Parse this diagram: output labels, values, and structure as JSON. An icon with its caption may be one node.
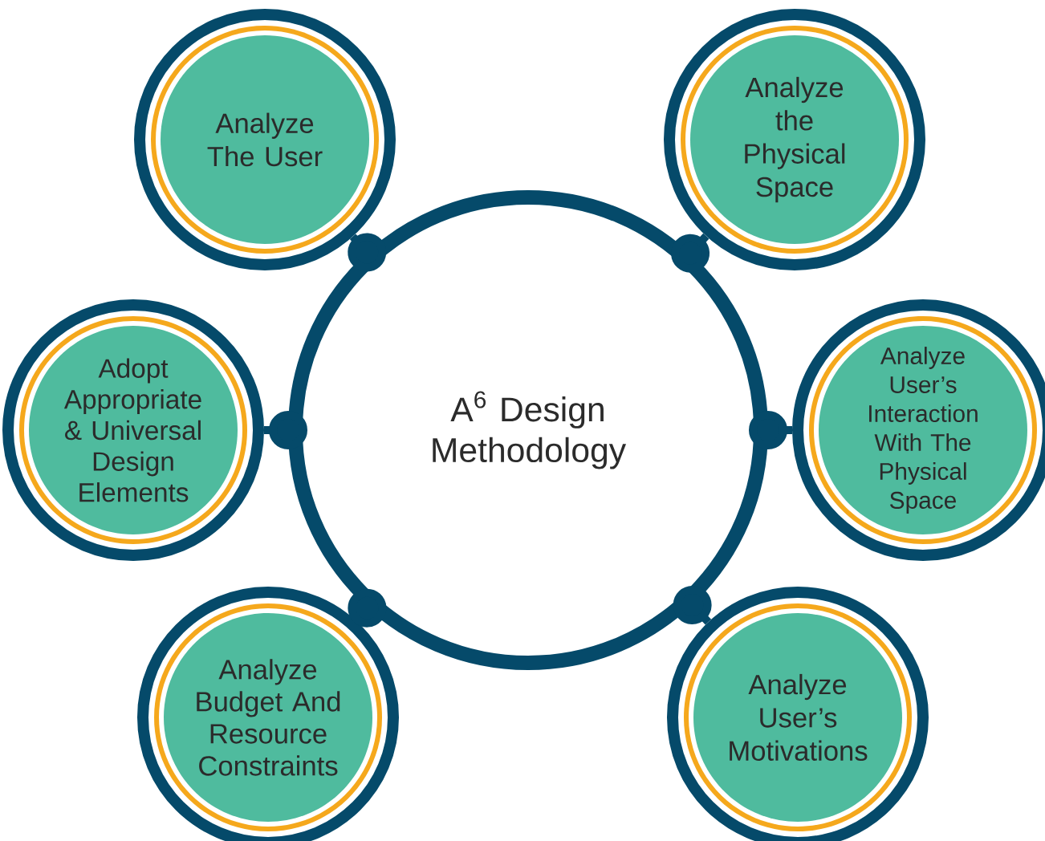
{
  "diagram": {
    "nodes": [
      {
        "text": [
          "A$^{6}$ Design Methodology"
        ]
      },
      {
        "text": [
          "Analyze The User"
        ]
      },
      {
        "text": [
          "Analyze the Physical Space"
        ]
      },
      {
        "text": [
          "Adopt Appropriate & Universal Design Elements"
        ]
      },
      {
        "text": [
          "Analyze User’s Interaction With The Physical Space"
        ]
      },
      {
        "text": [
          "Analyze Budget And Resource Constraints"
        ]
      },
      {
        "text": [
          "Analyze User’s Motivations"
        ]
      }
    ],
    "edges": [
      {
        "from": 0,
        "to": 1,
        "arrow": "other"
      },
      {
        "from": 0,
        "to": 2,
        "arrow": "other"
      },
      {
        "from": 0,
        "to": 3,
        "arrow": "other"
      },
      {
        "from": 0,
        "to": 4,
        "arrow": "other"
      },
      {
        "from": 0,
        "to": 5,
        "arrow": "other"
      },
      {
        "from": 0,
        "to": 6,
        "arrow": "other"
      }
    ]
  }
}
